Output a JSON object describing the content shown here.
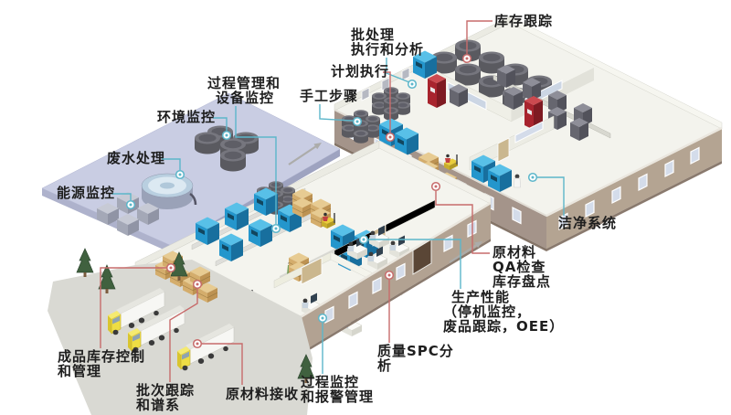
{
  "diagram": {
    "background": "#ffffff",
    "line_colors": {
      "red": "#c76b6b",
      "cyan": "#5cb6ca"
    },
    "arrow_color": "#acacaa",
    "labels": [
      {
        "id": "inventory-tracking",
        "lines": [
          "库存跟踪"
        ]
      },
      {
        "id": "batch-exec",
        "lines": [
          "批处理",
          "执行和分析"
        ]
      },
      {
        "id": "plan-exec",
        "lines": [
          "计划执行"
        ]
      },
      {
        "id": "manual-steps",
        "lines": [
          "手工步骤"
        ]
      },
      {
        "id": "process-equipment",
        "lines": [
          "过程管理和",
          "设备监控"
        ]
      },
      {
        "id": "env-monitoring",
        "lines": [
          "环境监控"
        ]
      },
      {
        "id": "wastewater",
        "lines": [
          "废水处理"
        ]
      },
      {
        "id": "energy",
        "lines": [
          "能源监控"
        ]
      },
      {
        "id": "clean-system",
        "lines": [
          "洁净系统"
        ]
      },
      {
        "id": "raw-qa",
        "lines": [
          "原材料",
          "QA检查",
          "库存盘点"
        ]
      },
      {
        "id": "production-performance",
        "lines": [
          "生产性能",
          "（停机监控，",
          "废品跟踪，OEE）"
        ]
      },
      {
        "id": "quality-spc",
        "lines": [
          "质量SPC分",
          "析"
        ]
      },
      {
        "id": "process-alarm",
        "lines": [
          "过程监控",
          "和报警管理"
        ]
      },
      {
        "id": "raw-receiving",
        "lines": [
          "原材料接收"
        ]
      },
      {
        "id": "batch-tracking",
        "lines": [
          "批次跟踪",
          "和谱系"
        ]
      },
      {
        "id": "finished-goods",
        "lines": [
          "成品库存控制",
          "和管理"
        ]
      }
    ]
  }
}
